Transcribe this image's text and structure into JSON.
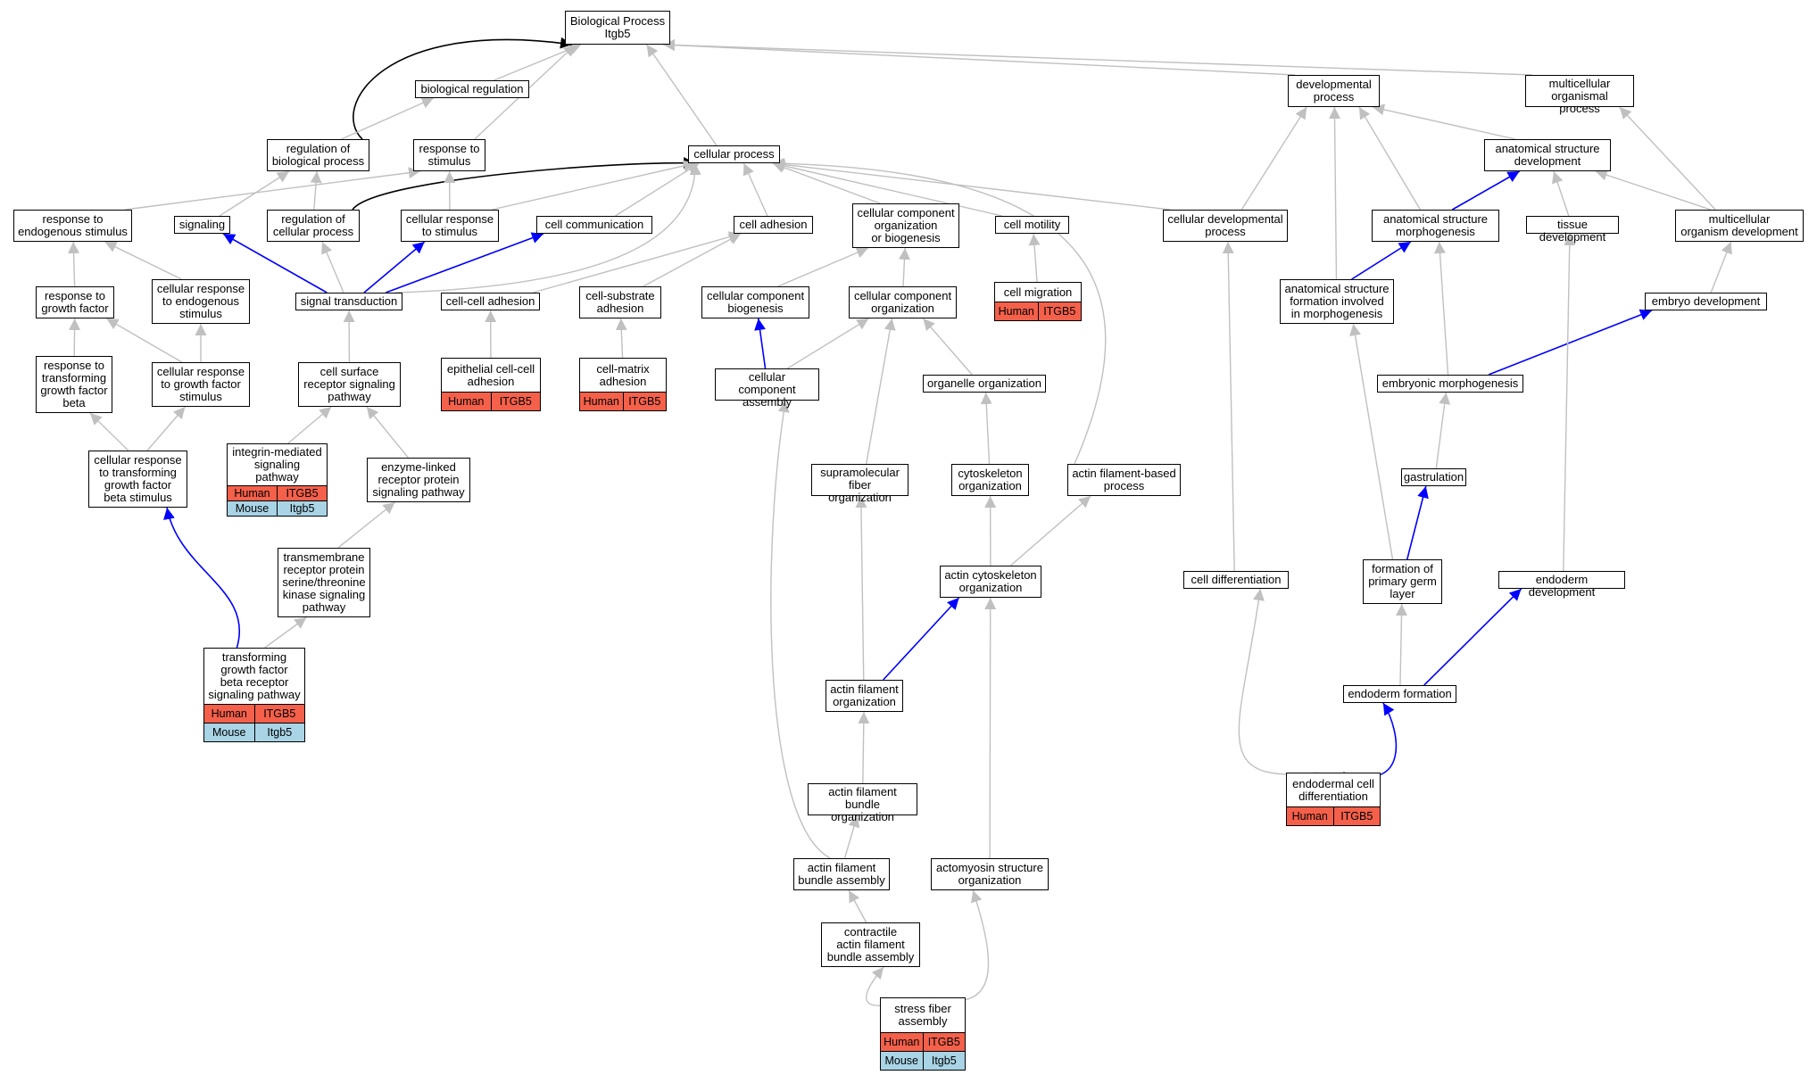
{
  "colors": {
    "gray_edge": "#c0c0c0",
    "blue_edge": "#0000ff",
    "black_edge": "#000000",
    "human": "#f4604a",
    "mouse": "#a8d4e6"
  },
  "nodes": [
    {
      "id": "bp",
      "label": "Biological Process\nItgb5"
    },
    {
      "id": "breg",
      "label": "biological regulation"
    },
    {
      "id": "devproc",
      "label": "developmental\nprocess"
    },
    {
      "id": "multiproc",
      "label": "multicellular\norganismal process"
    },
    {
      "id": "regbp",
      "label": "regulation of\nbiological process"
    },
    {
      "id": "respstim",
      "label": "response to\nstimulus"
    },
    {
      "id": "cellproc",
      "label": "cellular process"
    },
    {
      "id": "anatdev",
      "label": "anatomical structure\ndevelopment"
    },
    {
      "id": "respendo",
      "label": "response to\nendogenous stimulus"
    },
    {
      "id": "signaling",
      "label": "signaling"
    },
    {
      "id": "regcp",
      "label": "regulation of\ncellular process"
    },
    {
      "id": "cellresp",
      "label": "cellular response\nto stimulus"
    },
    {
      "id": "cellcomm",
      "label": "cell communication"
    },
    {
      "id": "celladh",
      "label": "cell adhesion"
    },
    {
      "id": "ccob",
      "label": "cellular component\norganization\nor biogenesis"
    },
    {
      "id": "cellmot",
      "label": "cell motility"
    },
    {
      "id": "celldevproc",
      "label": "cellular developmental\nprocess"
    },
    {
      "id": "anatmorph",
      "label": "anatomical structure\nmorphogenesis"
    },
    {
      "id": "tissuedev",
      "label": "tissue development"
    },
    {
      "id": "multidev",
      "label": "multicellular\norganism development"
    },
    {
      "id": "respgf",
      "label": "response to\ngrowth factor"
    },
    {
      "id": "cellrespendo",
      "label": "cellular response\nto endogenous\nstimulus"
    },
    {
      "id": "sigtrans",
      "label": "signal transduction"
    },
    {
      "id": "cellcelladh",
      "label": "cell-cell adhesion"
    },
    {
      "id": "cellsubadh",
      "label": "cell-substrate\nadhesion"
    },
    {
      "id": "ccbio",
      "label": "cellular component\nbiogenesis"
    },
    {
      "id": "ccorg",
      "label": "cellular component\norganization"
    },
    {
      "id": "cellmig",
      "label": "cell migration",
      "human": "ITGB5"
    },
    {
      "id": "anatform",
      "label": "anatomical structure\nformation involved\nin morphogenesis"
    },
    {
      "id": "embdev",
      "label": "embryo development"
    },
    {
      "id": "resptgfb",
      "label": "response to\ntransforming\ngrowth factor\nbeta"
    },
    {
      "id": "cellrespgf",
      "label": "cellular response\nto growth factor\nstimulus"
    },
    {
      "id": "cellsurf",
      "label": "cell surface\nreceptor signaling\npathway"
    },
    {
      "id": "epicelladh",
      "label": "epithelial cell-cell\nadhesion",
      "human": "ITGB5"
    },
    {
      "id": "cellmatadh",
      "label": "cell-matrix\nadhesion",
      "human": "ITGB5"
    },
    {
      "id": "ccassem",
      "label": "cellular component\nassembly"
    },
    {
      "id": "orgorg",
      "label": "organelle organization"
    },
    {
      "id": "embmorph",
      "label": "embryonic morphogenesis"
    },
    {
      "id": "integrin",
      "label": "integrin-mediated\nsignaling pathway",
      "human": "ITGB5",
      "mouse": "Itgb5"
    },
    {
      "id": "cellresptgfb",
      "label": "cellular response\nto transforming\ngrowth factor\nbeta stimulus"
    },
    {
      "id": "enzlink",
      "label": "enzyme-linked\nreceptor protein\nsignaling pathway"
    },
    {
      "id": "suprafib",
      "label": "supramolecular\nfiber organization"
    },
    {
      "id": "cytoorg",
      "label": "cytoskeleton\norganization"
    },
    {
      "id": "actinproc",
      "label": "actin filament-based\nprocess"
    },
    {
      "id": "gastrulation",
      "label": "gastrulation"
    },
    {
      "id": "tmrecept",
      "label": "transmembrane\nreceptor protein\nserine/threonine\nkinase signaling\npathway"
    },
    {
      "id": "actincyto",
      "label": "actin cytoskeleton\norganization"
    },
    {
      "id": "celldiff",
      "label": "cell differentiation"
    },
    {
      "id": "formgerm",
      "label": "formation of\nprimary germ\nlayer"
    },
    {
      "id": "endodev",
      "label": "endoderm development"
    },
    {
      "id": "tgfbpath",
      "label": "transforming\ngrowth factor\nbeta receptor\nsignaling pathway",
      "human": "ITGB5",
      "mouse": "Itgb5"
    },
    {
      "id": "actinfilorg",
      "label": "actin filament\norganization"
    },
    {
      "id": "endoform",
      "label": "endoderm formation"
    },
    {
      "id": "endocelldiff",
      "label": "endodermal cell\ndifferentiation",
      "human": "ITGB5"
    },
    {
      "id": "actinbundorg",
      "label": "actin filament\nbundle organization"
    },
    {
      "id": "actinbundass",
      "label": "actin filament\nbundle assembly"
    },
    {
      "id": "actomyo",
      "label": "actomyosin structure\norganization"
    },
    {
      "id": "contractile",
      "label": "contractile\nactin filament\nbundle assembly"
    },
    {
      "id": "stressfiber",
      "label": "stress fiber\nassembly",
      "human": "ITGB5",
      "mouse": "Itgb5"
    }
  ],
  "species": {
    "human": "Human",
    "mouse": "Mouse"
  },
  "edges": [
    {
      "from": "breg",
      "to": "bp",
      "color": "gray"
    },
    {
      "from": "devproc",
      "to": "bp",
      "color": "gray"
    },
    {
      "from": "multiproc",
      "to": "bp",
      "color": "gray"
    },
    {
      "from": "regbp",
      "to": "bp",
      "color": "black"
    },
    {
      "from": "regbp",
      "to": "breg",
      "color": "gray"
    },
    {
      "from": "respstim",
      "to": "bp",
      "color": "gray"
    },
    {
      "from": "cellproc",
      "to": "bp",
      "color": "gray"
    },
    {
      "from": "anatdev",
      "to": "devproc",
      "color": "gray"
    },
    {
      "from": "respendo",
      "to": "respstim",
      "color": "gray"
    },
    {
      "from": "signaling",
      "to": "regbp",
      "color": "gray"
    },
    {
      "from": "regcp",
      "to": "regbp",
      "color": "gray"
    },
    {
      "from": "regcp",
      "to": "cellproc",
      "color": "black"
    },
    {
      "from": "cellresp",
      "to": "respstim",
      "color": "gray"
    },
    {
      "from": "cellresp",
      "to": "cellproc",
      "color": "gray"
    },
    {
      "from": "cellcomm",
      "to": "cellproc",
      "color": "gray"
    },
    {
      "from": "celladh",
      "to": "cellproc",
      "color": "gray"
    },
    {
      "from": "ccob",
      "to": "cellproc",
      "color": "gray"
    },
    {
      "from": "cellmot",
      "to": "cellproc",
      "color": "gray"
    },
    {
      "from": "celldevproc",
      "to": "cellproc",
      "color": "gray"
    },
    {
      "from": "celldevproc",
      "to": "devproc",
      "color": "gray"
    },
    {
      "from": "anatmorph",
      "to": "anatdev",
      "color": "blue"
    },
    {
      "from": "anatmorph",
      "to": "devproc",
      "color": "gray"
    },
    {
      "from": "tissuedev",
      "to": "anatdev",
      "color": "gray"
    },
    {
      "from": "multidev",
      "to": "anatdev",
      "color": "gray"
    },
    {
      "from": "multidev",
      "to": "multiproc",
      "color": "gray"
    },
    {
      "from": "respgf",
      "to": "respendo",
      "color": "gray"
    },
    {
      "from": "cellrespendo",
      "to": "respendo",
      "color": "gray"
    },
    {
      "from": "sigtrans",
      "to": "signaling",
      "color": "blue"
    },
    {
      "from": "sigtrans",
      "to": "regcp",
      "color": "gray"
    },
    {
      "from": "sigtrans",
      "to": "cellresp",
      "color": "blue"
    },
    {
      "from": "sigtrans",
      "to": "cellcomm",
      "color": "blue"
    },
    {
      "from": "sigtrans",
      "to": "cellproc",
      "color": "gray"
    },
    {
      "from": "cellcelladh",
      "to": "celladh",
      "color": "gray"
    },
    {
      "from": "cellsubadh",
      "to": "celladh",
      "color": "gray"
    },
    {
      "from": "ccbio",
      "to": "ccob",
      "color": "gray"
    },
    {
      "from": "ccorg",
      "to": "ccob",
      "color": "gray"
    },
    {
      "from": "cellmig",
      "to": "cellmot",
      "color": "gray"
    },
    {
      "from": "anatform",
      "to": "anatmorph",
      "color": "blue"
    },
    {
      "from": "anatform",
      "to": "devproc",
      "color": "gray"
    },
    {
      "from": "embdev",
      "to": "multidev",
      "color": "gray"
    },
    {
      "from": "resptgfb",
      "to": "respgf",
      "color": "gray"
    },
    {
      "from": "cellrespgf",
      "to": "respgf",
      "color": "gray"
    },
    {
      "from": "cellrespgf",
      "to": "cellrespendo",
      "color": "gray"
    },
    {
      "from": "cellsurf",
      "to": "sigtrans",
      "color": "gray"
    },
    {
      "from": "epicelladh",
      "to": "cellcelladh",
      "color": "gray"
    },
    {
      "from": "cellmatadh",
      "to": "cellsubadh",
      "color": "gray"
    },
    {
      "from": "ccassem",
      "to": "ccbio",
      "color": "blue"
    },
    {
      "from": "ccassem",
      "to": "ccorg",
      "color": "gray"
    },
    {
      "from": "orgorg",
      "to": "ccorg",
      "color": "gray"
    },
    {
      "from": "embmorph",
      "to": "embdev",
      "color": "blue"
    },
    {
      "from": "embmorph",
      "to": "anatmorph",
      "color": "gray"
    },
    {
      "from": "integrin",
      "to": "cellsurf",
      "color": "gray"
    },
    {
      "from": "cellresptgfb",
      "to": "resptgfb",
      "color": "gray"
    },
    {
      "from": "cellresptgfb",
      "to": "cellrespgf",
      "color": "gray"
    },
    {
      "from": "enzlink",
      "to": "cellsurf",
      "color": "gray"
    },
    {
      "from": "suprafib",
      "to": "ccorg",
      "color": "gray"
    },
    {
      "from": "cytoorg",
      "to": "orgorg",
      "color": "gray"
    },
    {
      "from": "actinproc",
      "to": "cellproc",
      "color": "gray"
    },
    {
      "from": "gastrulation",
      "to": "embmorph",
      "color": "gray"
    },
    {
      "from": "tmrecept",
      "to": "enzlink",
      "color": "gray"
    },
    {
      "from": "actincyto",
      "to": "cytoorg",
      "color": "gray"
    },
    {
      "from": "actincyto",
      "to": "actinproc",
      "color": "gray"
    },
    {
      "from": "celldiff",
      "to": "celldevproc",
      "color": "gray"
    },
    {
      "from": "formgerm",
      "to": "gastrulation",
      "color": "blue"
    },
    {
      "from": "formgerm",
      "to": "anatform",
      "color": "gray"
    },
    {
      "from": "endodev",
      "to": "tissuedev",
      "color": "gray"
    },
    {
      "from": "tgfbpath",
      "to": "cellresptgfb",
      "color": "blue"
    },
    {
      "from": "tgfbpath",
      "to": "tmrecept",
      "color": "gray"
    },
    {
      "from": "actinfilorg",
      "to": "actincyto",
      "color": "blue"
    },
    {
      "from": "actinfilorg",
      "to": "suprafib",
      "color": "gray"
    },
    {
      "from": "endoform",
      "to": "formgerm",
      "color": "gray"
    },
    {
      "from": "endoform",
      "to": "endodev",
      "color": "blue"
    },
    {
      "from": "endocelldiff",
      "to": "celldiff",
      "color": "gray"
    },
    {
      "from": "endocelldiff",
      "to": "endoform",
      "color": "blue"
    },
    {
      "from": "actinbundorg",
      "to": "actinfilorg",
      "color": "gray"
    },
    {
      "from": "actinbundass",
      "to": "actinbundorg",
      "color": "gray"
    },
    {
      "from": "actinbundass",
      "to": "ccassem",
      "color": "gray"
    },
    {
      "from": "contractile",
      "to": "actinbundass",
      "color": "gray"
    },
    {
      "from": "stressfiber",
      "to": "contractile",
      "color": "gray"
    },
    {
      "from": "stressfiber",
      "to": "actomyo",
      "color": "gray"
    },
    {
      "from": "actomyo",
      "to": "actincyto",
      "color": "gray"
    }
  ]
}
